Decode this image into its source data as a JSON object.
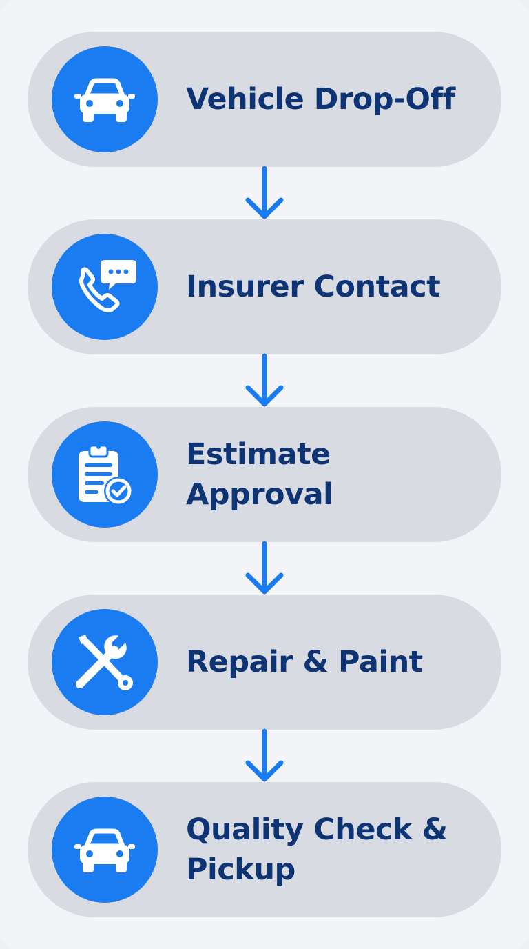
{
  "flow": {
    "steps": [
      {
        "label": "Vehicle Drop-Off",
        "icon": "car-icon"
      },
      {
        "label": "Insurer Contact",
        "icon": "phone-chat-icon"
      },
      {
        "label": "Estimate Approval",
        "icon": "clipboard-check-icon"
      },
      {
        "label": "Repair & Paint",
        "icon": "wrench-screwdriver-icon"
      },
      {
        "label": "Quality Check & Pickup",
        "icon": "car-icon"
      }
    ],
    "colors": {
      "accent": "#1a7cf0",
      "pill_background": "#d8dce2",
      "text": "#0f3473",
      "page_background": "#f3f4f7"
    }
  }
}
